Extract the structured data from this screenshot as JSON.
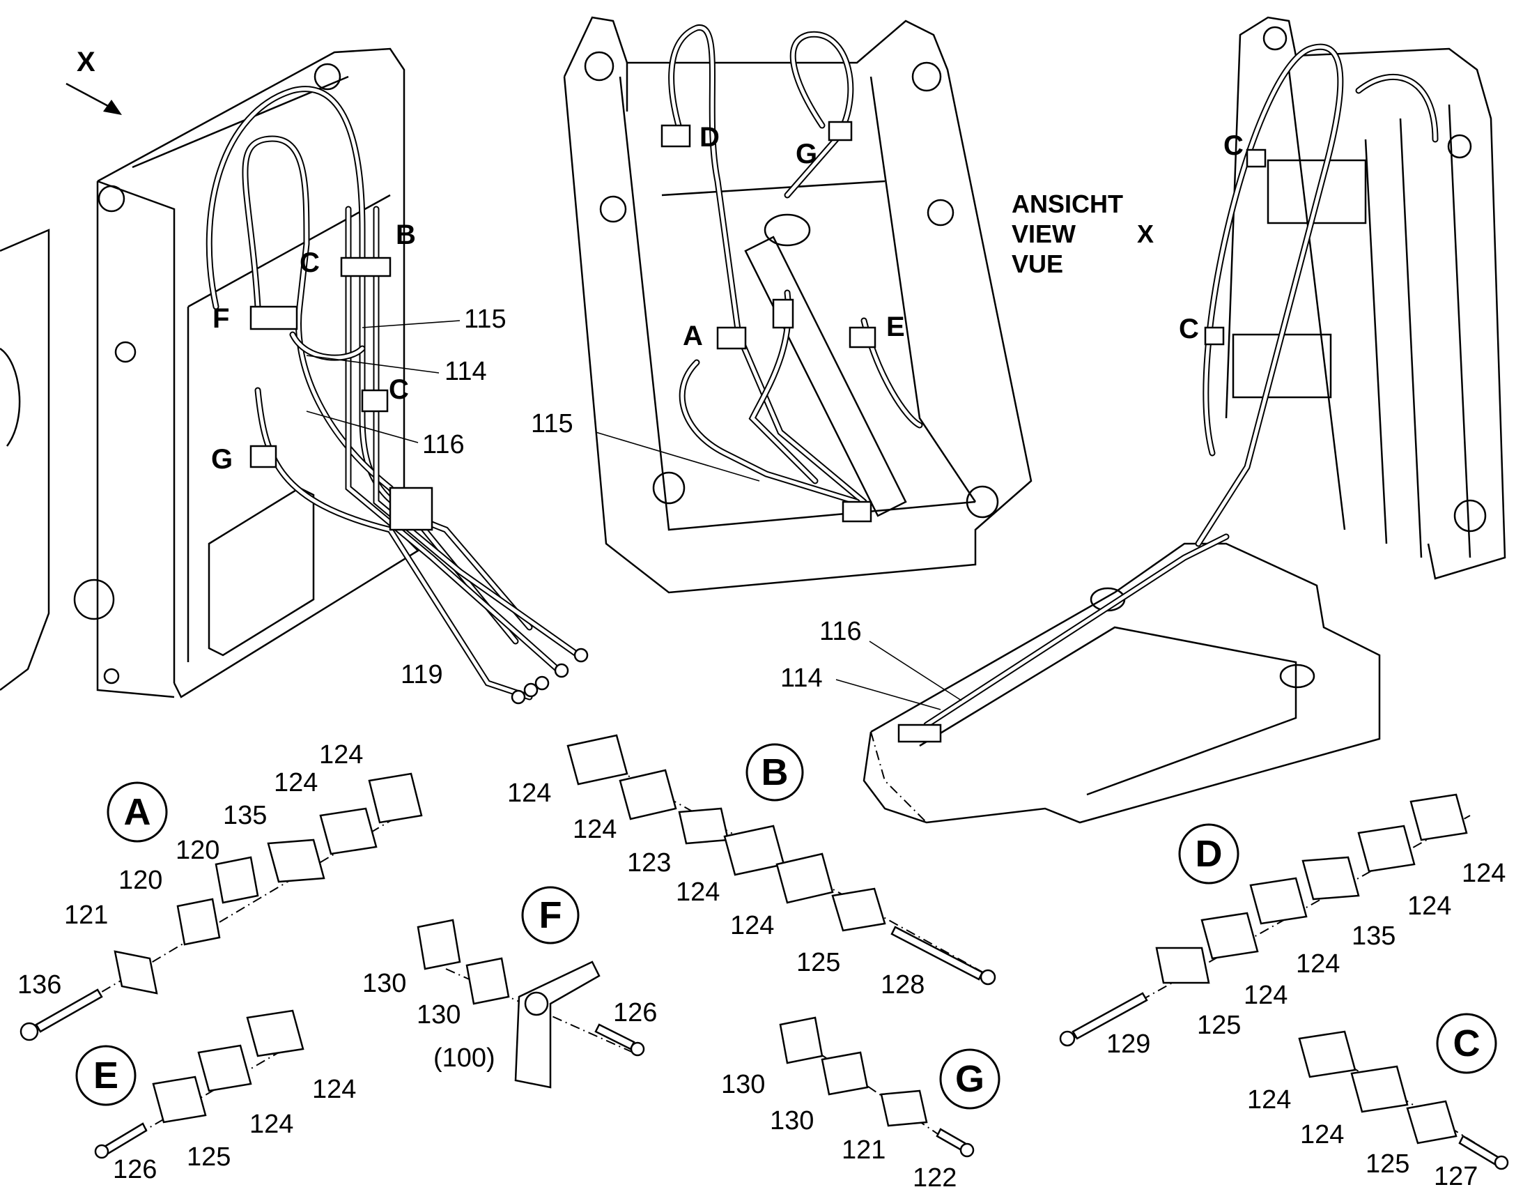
{
  "view_marker": {
    "letter": "X"
  },
  "view_caption": {
    "line1": "ANSICHT",
    "line2": "VIEW",
    "line3": "VUE",
    "letter": "X"
  },
  "callouts": {
    "top_left": {
      "B": "B",
      "C1": "C",
      "F": "F",
      "C2": "C",
      "G": "G",
      "n115": "115",
      "n114": "114",
      "n116": "116",
      "n119": "119"
    },
    "top_middle": {
      "D": "D",
      "G": "G",
      "A": "A",
      "E": "E",
      "n115": "115"
    },
    "top_right": {
      "C1": "C",
      "C2": "C",
      "n116": "116",
      "n114": "114"
    }
  },
  "detail_groups": {
    "A": {
      "title": "A",
      "labels": [
        "124",
        "124",
        "135",
        "120",
        "120",
        "121",
        "136"
      ]
    },
    "B": {
      "title": "B",
      "labels": [
        "124",
        "124",
        "123",
        "124",
        "124",
        "125",
        "128"
      ]
    },
    "D": {
      "title": "D",
      "labels": [
        "124",
        "124",
        "135",
        "124",
        "124",
        "125",
        "129"
      ]
    },
    "F": {
      "title": "F",
      "labels": [
        "130",
        "130",
        "126",
        "(100)"
      ]
    },
    "E": {
      "title": "E",
      "labels": [
        "124",
        "124",
        "125",
        "126"
      ]
    },
    "G": {
      "title": "G",
      "labels": [
        "130",
        "130",
        "121",
        "122"
      ]
    },
    "C": {
      "title": "C",
      "labels": [
        "124",
        "124",
        "125",
        "127"
      ]
    }
  },
  "icons": [
    "view-direction-arrow-icon",
    "hose-clamp-icon",
    "bolt-icon",
    "cover-plate-icon"
  ]
}
